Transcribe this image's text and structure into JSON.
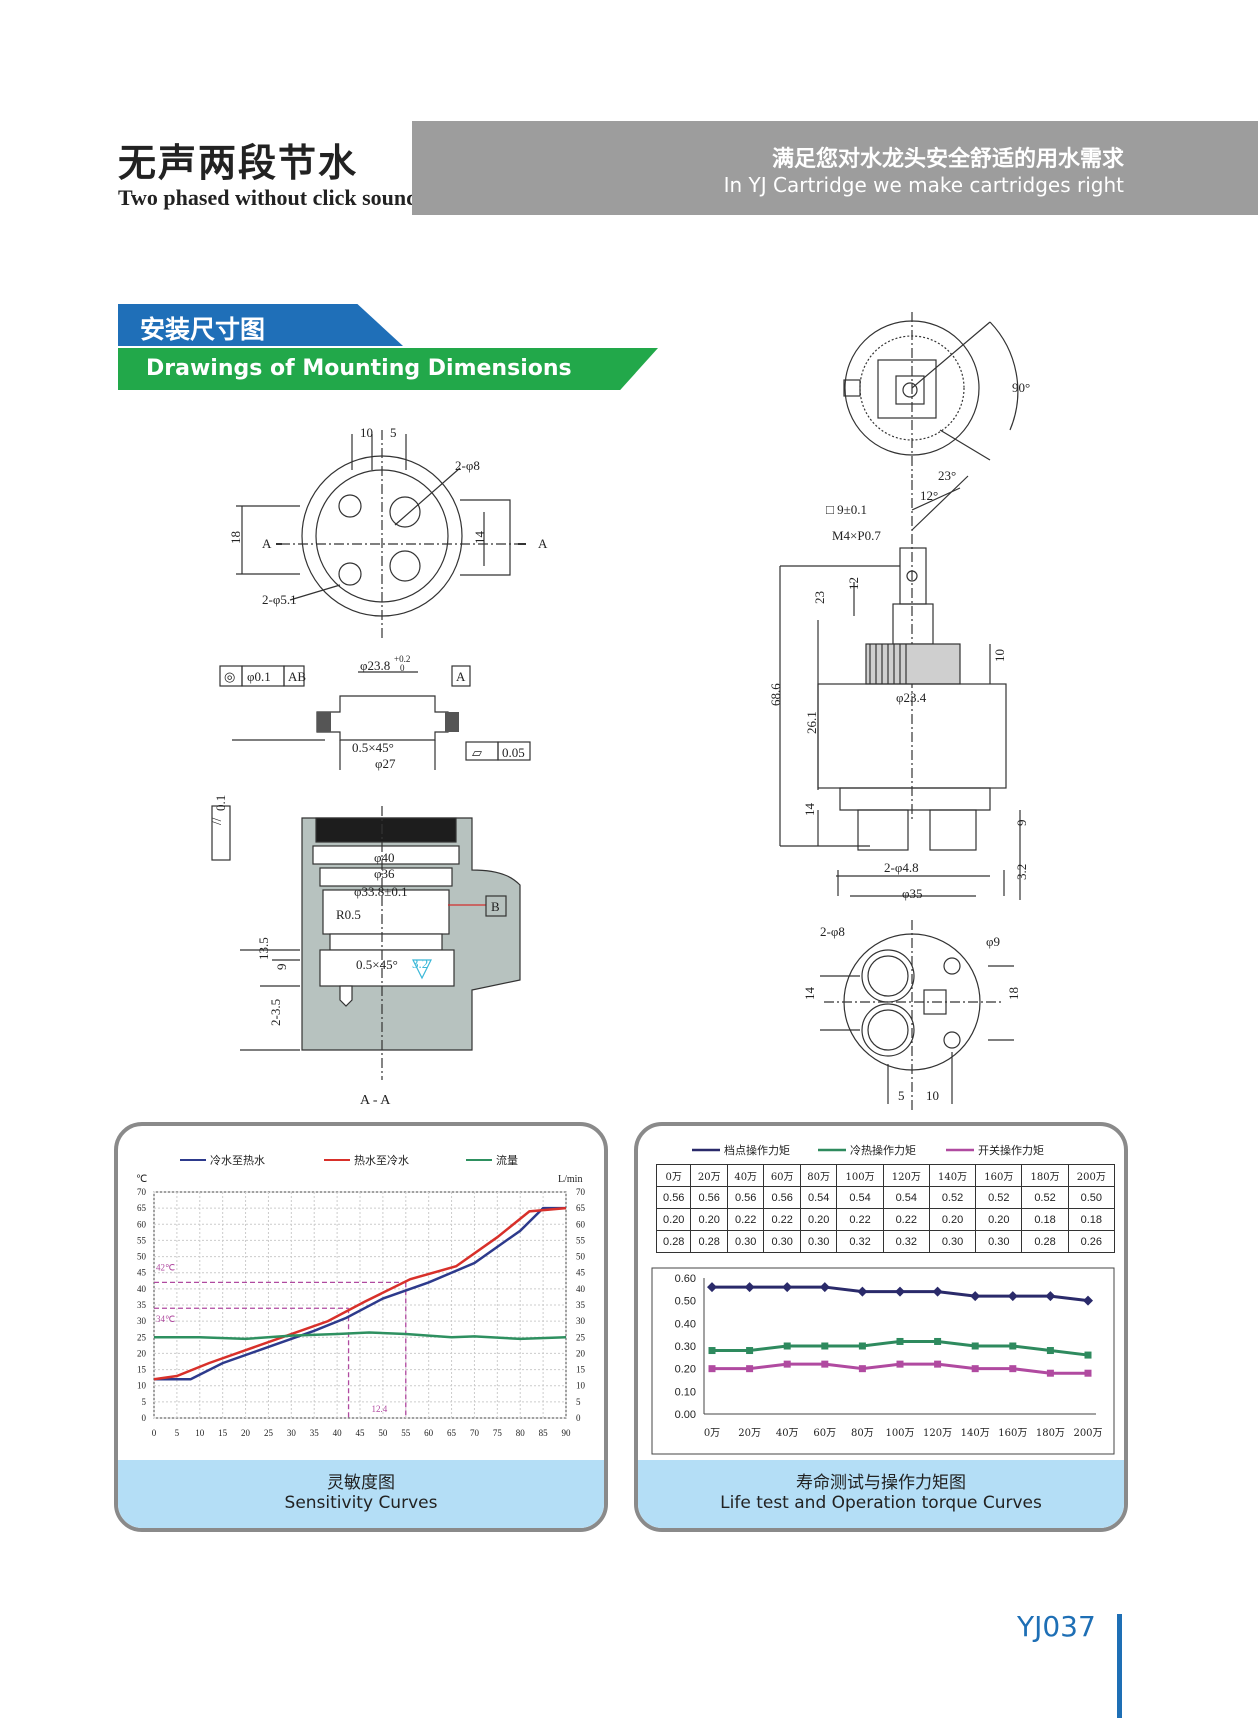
{
  "header": {
    "title_cn": "无声两段节水",
    "title_en": "Two phased without click sound",
    "slogan_cn": "满足您对水龙头安全舒适的用水需求",
    "slogan_en": "In YJ Cartridge we make cartridges right"
  },
  "section": {
    "title_cn": "安装尺寸图",
    "title_en": "Drawings of Mounting Dimensions"
  },
  "drawing_labels": {
    "d10": "10",
    "d5": "5",
    "d2phi8": "2-φ8",
    "d18": "18",
    "d14": "14",
    "dA1": "A",
    "dA2": "A",
    "d2phi51": "2-φ5.1",
    "tol_circ": "◎",
    "tol_phi": "φ0.1",
    "tol_ab": "AB",
    "d238": "φ23.8",
    "d238tol": "+0.2",
    "d238tol0": "0",
    "datA": "A",
    "d05x45": "0.5×45°",
    "d27": "φ27",
    "flat": "▱",
    "flat_val": "0.05",
    "par": "//",
    "par_val": "0.1",
    "d40": "φ40",
    "d36": "φ36",
    "d338": "φ33.8±0.1",
    "r05": "R0.5",
    "datB": "B",
    "d135": "13.5",
    "d9": "9",
    "d23_5": "2-3.5",
    "d05x45b": "0.5×45°",
    "rough": "3.2",
    "section_aa": "A - A",
    "r90": "90°",
    "r23": "23°",
    "r12": "12°",
    "rsq9": "□ 9±0.1",
    "rm4": "M4×P0.7",
    "r23v": "23",
    "r12v": "12",
    "r686": "68.6",
    "r10": "10",
    "r234": "φ23.4",
    "r261": "26.1",
    "r14": "14",
    "r9": "9",
    "r2phi48": "2-φ4.8",
    "r35": "φ35",
    "r32": "3.2",
    "b2phi8": "2-φ8",
    "bphi9": "φ9",
    "b14": "14",
    "b18": "18",
    "b5": "5",
    "b10": "10"
  },
  "panels": {
    "left": {
      "caption_cn": "灵敏度图",
      "caption_en": "Sensitivity Curves"
    },
    "right": {
      "caption_cn": "寿命测试与操作力矩图",
      "caption_en": "Life test and Operation torque Curves"
    }
  },
  "model": "YJ037",
  "chart_data": [
    {
      "type": "line",
      "title": "",
      "legend": [
        "冷水至热水",
        "热水至冷水",
        "流量"
      ],
      "legend_position": "top",
      "ylabel_left": "℃",
      "ylabel_right": "L/min",
      "xlim": [
        0,
        90
      ],
      "ylim": [
        0,
        70
      ],
      "x_ticks": [
        "0",
        "5",
        "10",
        "15",
        "20",
        "25",
        "30",
        "35",
        "40",
        "45",
        "50",
        "55",
        "60",
        "65",
        "70",
        "75",
        "80",
        "85",
        "90"
      ],
      "y_ticks": [
        "0",
        "5",
        "10",
        "15",
        "20",
        "25",
        "30",
        "35",
        "40",
        "45",
        "50",
        "55",
        "60",
        "65",
        "70"
      ],
      "annotations": [
        "42℃",
        "34℃",
        "12.4"
      ],
      "series": [
        {
          "name": "冷水至热水",
          "color": "#2d3a8c",
          "x": [
            0,
            8,
            15,
            25,
            35,
            42,
            50,
            60,
            70,
            80,
            85,
            90
          ],
          "y": [
            12,
            12,
            17,
            22,
            27,
            31,
            37,
            42,
            48,
            58,
            65,
            65
          ]
        },
        {
          "name": "热水至冷水",
          "color": "#d8302a",
          "x": [
            0,
            5,
            12,
            20,
            30,
            38,
            46,
            56,
            66,
            75,
            82,
            90
          ],
          "y": [
            12,
            13,
            17,
            21,
            26,
            30,
            36,
            43,
            47,
            56,
            64,
            65
          ]
        },
        {
          "name": "流量",
          "color": "#2e9060",
          "x": [
            0,
            10,
            20,
            30,
            40,
            47,
            55,
            65,
            70,
            80,
            90
          ],
          "y": [
            25,
            25,
            24.5,
            25.5,
            26,
            26.5,
            26,
            25,
            25.3,
            24.5,
            25
          ]
        }
      ],
      "grid": true
    },
    {
      "type": "line",
      "title": "",
      "legend": [
        "档点操作力矩",
        "冷热操作力矩",
        "开关操作力矩"
      ],
      "legend_position": "top",
      "categories": [
        "0万",
        "20万",
        "40万",
        "60万",
        "80万",
        "100万",
        "120万",
        "140万",
        "160万",
        "180万",
        "200万"
      ],
      "table_rows": [
        [
          "0.56",
          "0.56",
          "0.56",
          "0.56",
          "0.54",
          "0.54",
          "0.54",
          "0.52",
          "0.52",
          "0.52",
          "0.50"
        ],
        [
          "0.20",
          "0.20",
          "0.22",
          "0.22",
          "0.20",
          "0.22",
          "0.22",
          "0.20",
          "0.20",
          "0.18",
          "0.18"
        ],
        [
          "0.28",
          "0.28",
          "0.30",
          "0.30",
          "0.30",
          "0.32",
          "0.32",
          "0.30",
          "0.30",
          "0.28",
          "0.26"
        ]
      ],
      "ylim": [
        0,
        0.6
      ],
      "y_ticks": [
        "0.00",
        "0.10",
        "0.20",
        "0.30",
        "0.40",
        "0.50",
        "0.60"
      ],
      "series": [
        {
          "name": "档点操作力矩",
          "color": "#2a2a6a",
          "values": [
            0.56,
            0.56,
            0.56,
            0.56,
            0.54,
            0.54,
            0.54,
            0.52,
            0.52,
            0.52,
            0.5
          ]
        },
        {
          "name": "冷热操作力矩",
          "color": "#2e8a5e",
          "values": [
            0.28,
            0.28,
            0.3,
            0.3,
            0.3,
            0.32,
            0.32,
            0.3,
            0.3,
            0.28,
            0.26
          ]
        },
        {
          "name": "开关操作力矩",
          "color": "#b04aa0",
          "values": [
            0.2,
            0.2,
            0.22,
            0.22,
            0.2,
            0.22,
            0.22,
            0.2,
            0.2,
            0.18,
            0.18
          ]
        }
      ],
      "grid": false
    }
  ]
}
